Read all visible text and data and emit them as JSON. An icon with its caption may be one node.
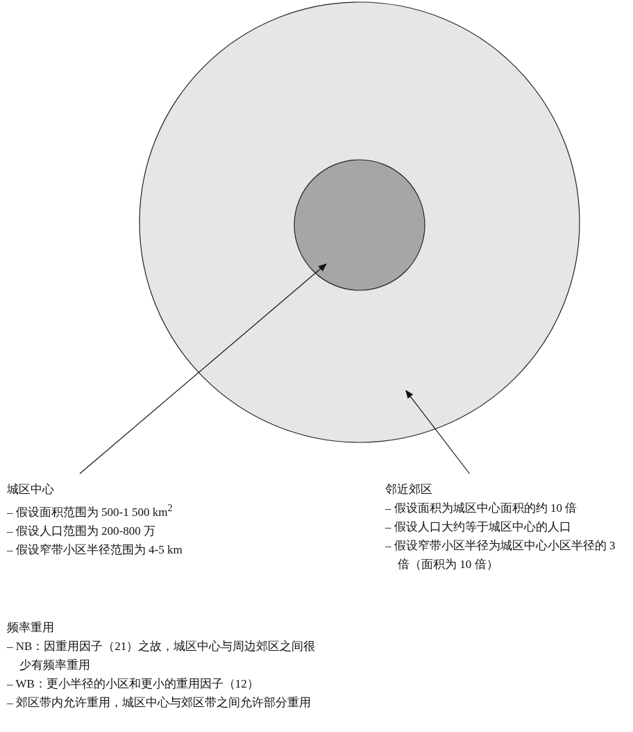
{
  "diagram": {
    "nodes": [
      {
        "text": [],
        "shape": "circle"
      },
      {
        "text": [],
        "shape": "circle",
        "in": 0
      },
      {
        "text": [
          "城区中心",
          "– 假设面积范围为 500-1 500 km$^{2}$",
          "– 假设人口范围为 200-800 万",
          "– 假设窄带小区半径范围为 4-5 km"
        ]
      },
      {
        "text": [
          "邻近郊区",
          "– 假设面积为城区中心面积的约 10 倍",
          "– 假设人口大约等于城区中心的人口",
          "– 假设窄带小区半径为城区中心小区半径的 3 倍（面积为 10 倍）"
        ]
      }
    ],
    "edges": [
      {
        "from": 2,
        "to": 1,
        "arrow": "to"
      },
      {
        "from": 3,
        "to": 0,
        "arrow": "to"
      }
    ],
    "labels": [
      "频率重用",
      "– NB：因重用因子（21）之故，城区中心与周边郊区之间很少有频率重用",
      "– WB：更小半径的小区和更小的重用因子（12）",
      "– 郊区带内允许重用，城区中心与郊区带之间允许部分重用"
    ]
  }
}
